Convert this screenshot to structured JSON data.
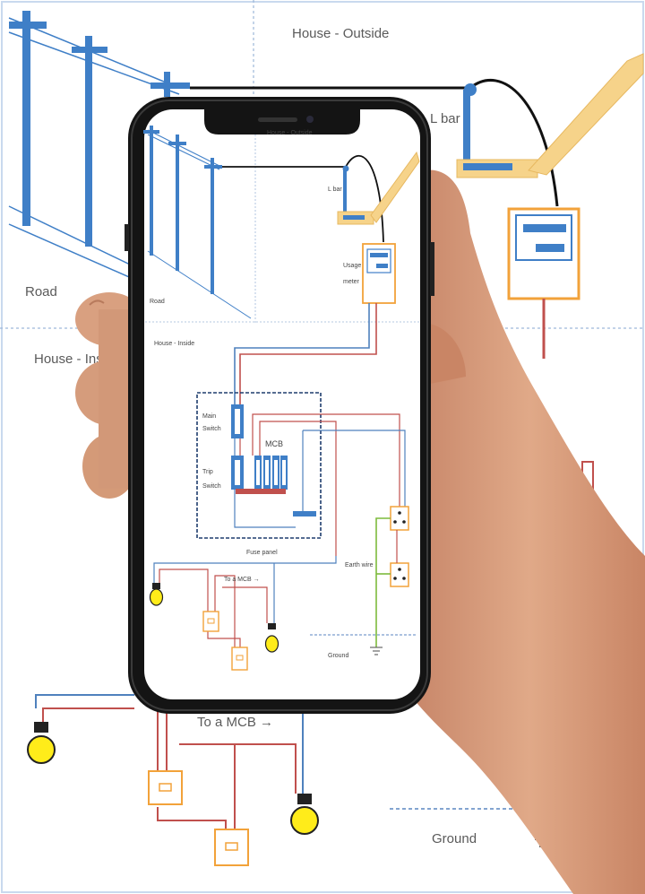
{
  "background_diagram": {
    "labels": {
      "house_outside": "House - Outside",
      "house_inside": "House - Inside",
      "road": "Road",
      "l_bar": "L bar",
      "to_mcb": "To a MCB →",
      "ground": "Ground"
    }
  },
  "phone_screen": {
    "labels": {
      "house_outside": "House - Outside",
      "l_bar": "L bar",
      "usage_meter_line1": "Usage",
      "usage_meter_line2": "meter",
      "road": "Road",
      "house_inside": "House - Inside",
      "main_switch_line1": "Main",
      "main_switch_line2": "Switch",
      "mcb": "MCB",
      "trip_switch_line1": "Trip",
      "trip_switch_line2": "Switch",
      "fuse_panel": "Fuse panel",
      "earth_wire": "Earth wire",
      "to_mcb": "To a MCB →",
      "ground": "Ground"
    }
  },
  "colors": {
    "pole_blue": "#3f7fc7",
    "wire_red": "#c0504d",
    "wire_blue": "#4f81bd",
    "earth_green": "#7dbb3c",
    "meter_orange": "#f2a23a",
    "bulb_yellow": "#ffec1a",
    "roof_yellow": "#f6d38a",
    "phone_frame": "#141414",
    "skin": "#d49a78"
  }
}
